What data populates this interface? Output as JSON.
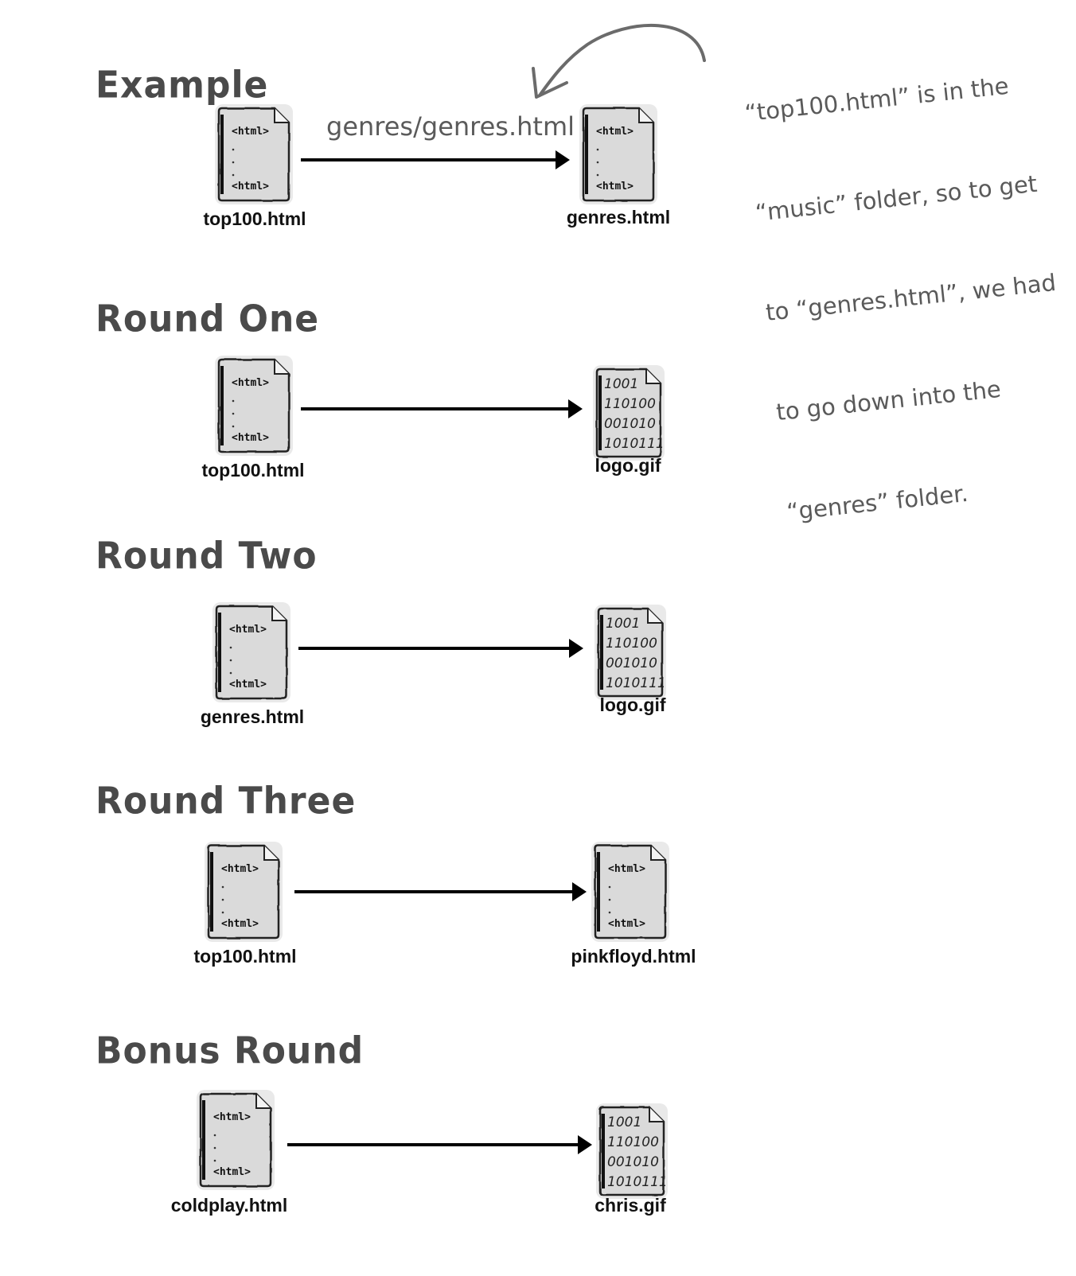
{
  "rounds": [
    {
      "heading": "Example",
      "from": "top100.html",
      "from_type": "html",
      "to": "genres.html",
      "to_type": "html",
      "path": "genres/genres.html"
    },
    {
      "heading": "Round One",
      "from": "top100.html",
      "from_type": "html",
      "to": "logo.gif",
      "to_type": "gif"
    },
    {
      "heading": "Round Two",
      "from": "genres.html",
      "from_type": "html",
      "to": "logo.gif",
      "to_type": "gif"
    },
    {
      "heading": "Round Three",
      "from": "top100.html",
      "from_type": "html",
      "to": "pinkfloyd.html",
      "to_type": "html"
    },
    {
      "heading": "Bonus Round",
      "from": "coldplay.html",
      "from_type": "html",
      "to": "chris.gif",
      "to_type": "gif"
    }
  ],
  "note": {
    "lines": [
      "“top100.html” is in the",
      "“music” folder, so to get",
      "to “genres.html”, we had",
      "to go down into the",
      "“genres” folder."
    ]
  },
  "icons": {
    "html_top_tag": "<html>",
    "html_bottom_tag": "<html>",
    "gif_binary_lines": [
      "1001",
      "110100",
      "001010",
      "1010111"
    ]
  },
  "colors": {
    "heading": "#4a4a4a",
    "handwriting": "#5a5a5a",
    "arrow": "#000000",
    "icon_fill": "#dadada"
  }
}
